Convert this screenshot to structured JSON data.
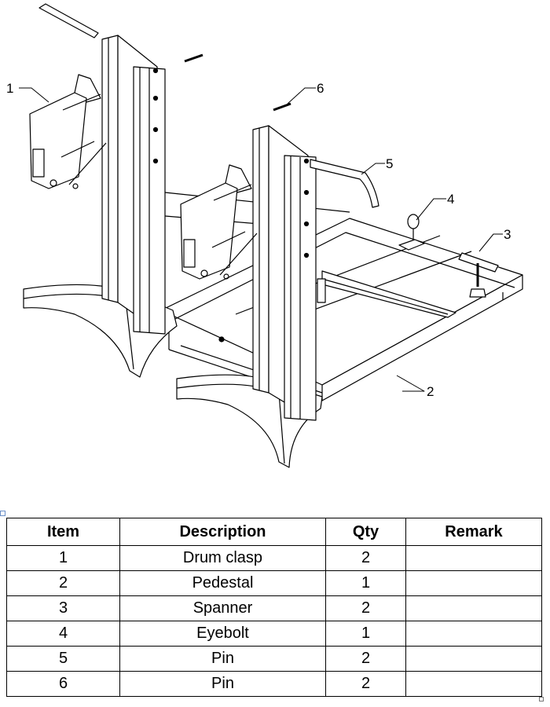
{
  "callouts": [
    "1",
    "2",
    "3",
    "4",
    "5",
    "6"
  ],
  "table": {
    "headers": [
      "Item",
      "Description",
      "Qty",
      "Remark"
    ],
    "rows": [
      [
        "1",
        "Drum clasp",
        "2",
        ""
      ],
      [
        "2",
        "Pedestal",
        "1",
        ""
      ],
      [
        "3",
        "Spanner",
        "2",
        ""
      ],
      [
        "4",
        "Eyebolt",
        "1",
        ""
      ],
      [
        "5",
        "Pin",
        "2",
        ""
      ],
      [
        "6",
        "Pin",
        "2",
        ""
      ]
    ]
  }
}
